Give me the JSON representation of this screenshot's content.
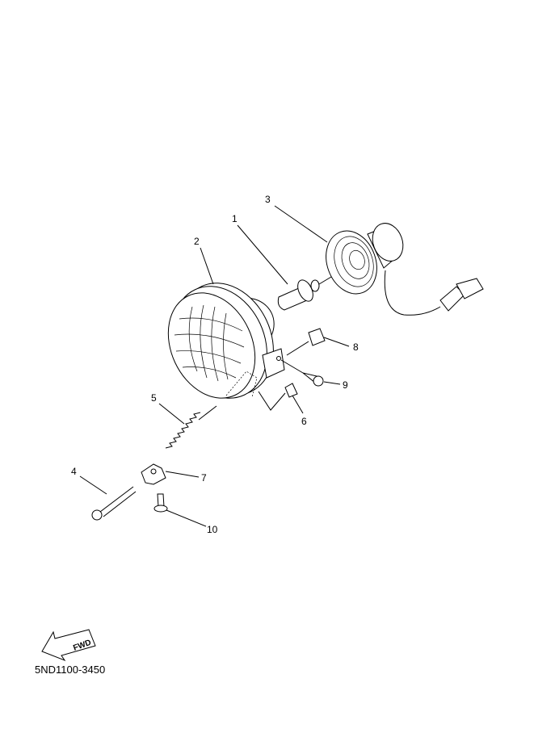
{
  "diagram": {
    "title_code": "5ND1100-3450",
    "fwd_label": "FWD",
    "callouts": {
      "p1": "1",
      "p2": "2",
      "p3": "3",
      "p4": "4",
      "p5": "5",
      "p6": "6",
      "p7": "7",
      "p8": "8",
      "p9": "9",
      "p10": "10"
    }
  }
}
